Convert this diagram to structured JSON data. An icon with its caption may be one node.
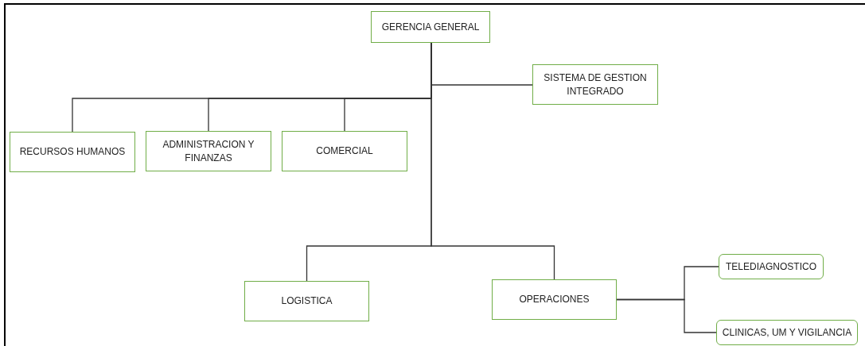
{
  "diagram": {
    "nodes": [
      {
        "text": [
          "GERENCIA GENERAL"
        ]
      },
      {
        "text": [
          "SISTEMA DE GESTION INTEGRADO"
        ]
      },
      {
        "text": [
          "RECURSOS HUMANOS"
        ]
      },
      {
        "text": [
          "ADMINISTRACION Y FINANZAS"
        ]
      },
      {
        "text": [
          "COMERCIAL"
        ]
      },
      {
        "text": [
          "LOGISTICA"
        ]
      },
      {
        "text": [
          "OPERACIONES"
        ]
      },
      {
        "text": [
          "TELEDIAGNOSTICO"
        ]
      },
      {
        "text": [
          "CLINICAS, UM Y VIGILANCIA"
        ]
      }
    ],
    "edges": [
      {
        "from": 0,
        "to": 1,
        "arrow": "none"
      },
      {
        "from": 0,
        "to": 2,
        "arrow": "none"
      },
      {
        "from": 0,
        "to": 3,
        "arrow": "none"
      },
      {
        "from": 0,
        "to": 4,
        "arrow": "none"
      },
      {
        "from": 0,
        "to": 5,
        "arrow": "none"
      },
      {
        "from": 0,
        "to": 6,
        "arrow": "none"
      },
      {
        "from": 6,
        "to": 7,
        "arrow": "none"
      },
      {
        "from": 6,
        "to": 8,
        "arrow": "none"
      }
    ]
  }
}
